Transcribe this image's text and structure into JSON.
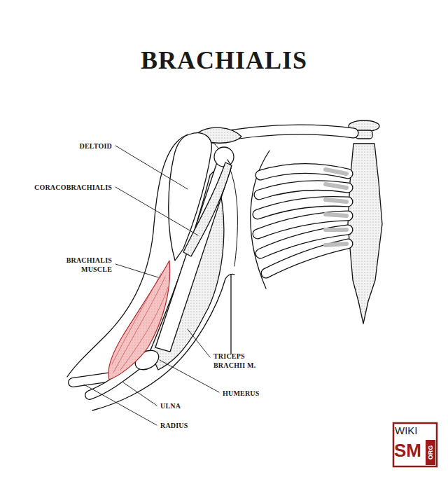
{
  "diagram": {
    "title": "BRACHIALIS",
    "labels": [
      "DELTOID",
      "CORACOBRACHIALIS",
      "BRACHIALIS MUSCLE",
      "TRICEPS BRACHII M.",
      "HUMERUS",
      "ULNA",
      "RADIUS",
      "WIKI",
      "SM",
      "ORG"
    ]
  }
}
